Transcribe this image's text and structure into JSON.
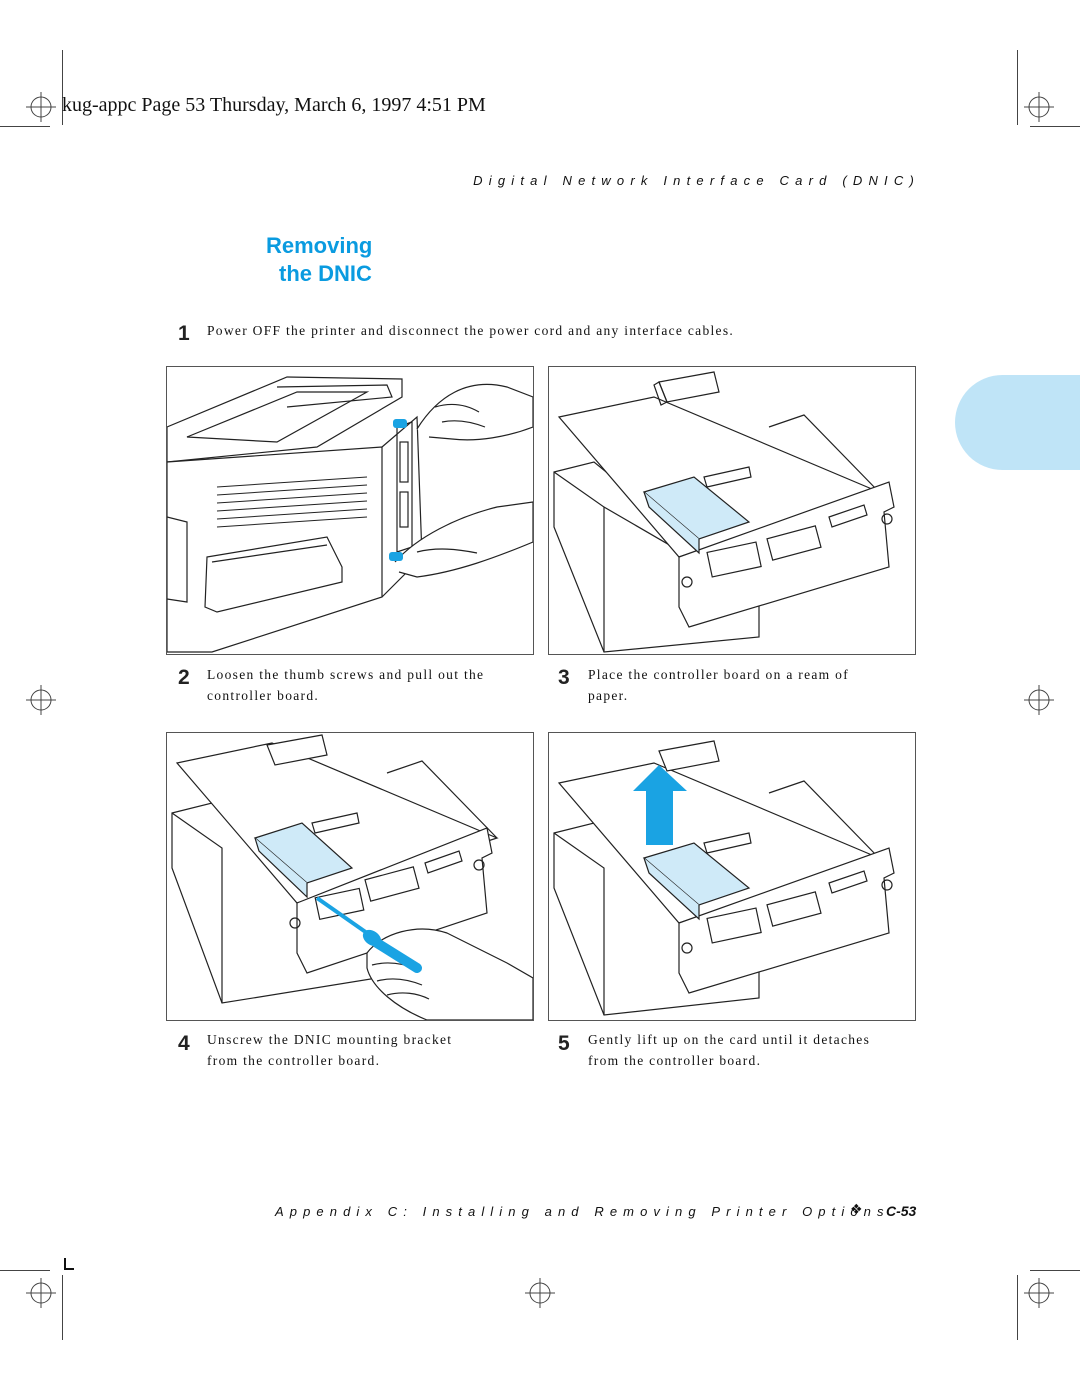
{
  "header": {
    "job_line": "kug-appc Page 53 Thursday, March 6, 1997 4:51 PM",
    "running_head": "Digital Network Interface Card (DNIC)"
  },
  "section": {
    "title_line1": "Removing",
    "title_line2": "the DNIC"
  },
  "steps": [
    {
      "num": "1",
      "text": "Power OFF the printer and disconnect the power cord and any interface cables."
    },
    {
      "num": "2",
      "line1": "Loosen the thumb screws and pull out the",
      "line2": "controller board."
    },
    {
      "num": "3",
      "line1": "Place the controller board on a ream of",
      "line2": "paper."
    },
    {
      "num": "4",
      "line1": "Unscrew the DNIC mounting bracket",
      "line2": "from the controller board."
    },
    {
      "num": "5",
      "line1": "Gently lift up on the card until it detaches",
      "line2": "from the controller board."
    }
  ],
  "footer": {
    "text": "Appendix C: Installing and Removing Printer Options",
    "separator": "❖",
    "page": "C-53"
  },
  "colors": {
    "accent": "#0a9be0",
    "card_fill": "#cfeaf8",
    "tab": "#bfe4f7"
  },
  "icons": [
    "registration-mark-icon",
    "crop-mark-icon",
    "lift-arrow-icon"
  ]
}
